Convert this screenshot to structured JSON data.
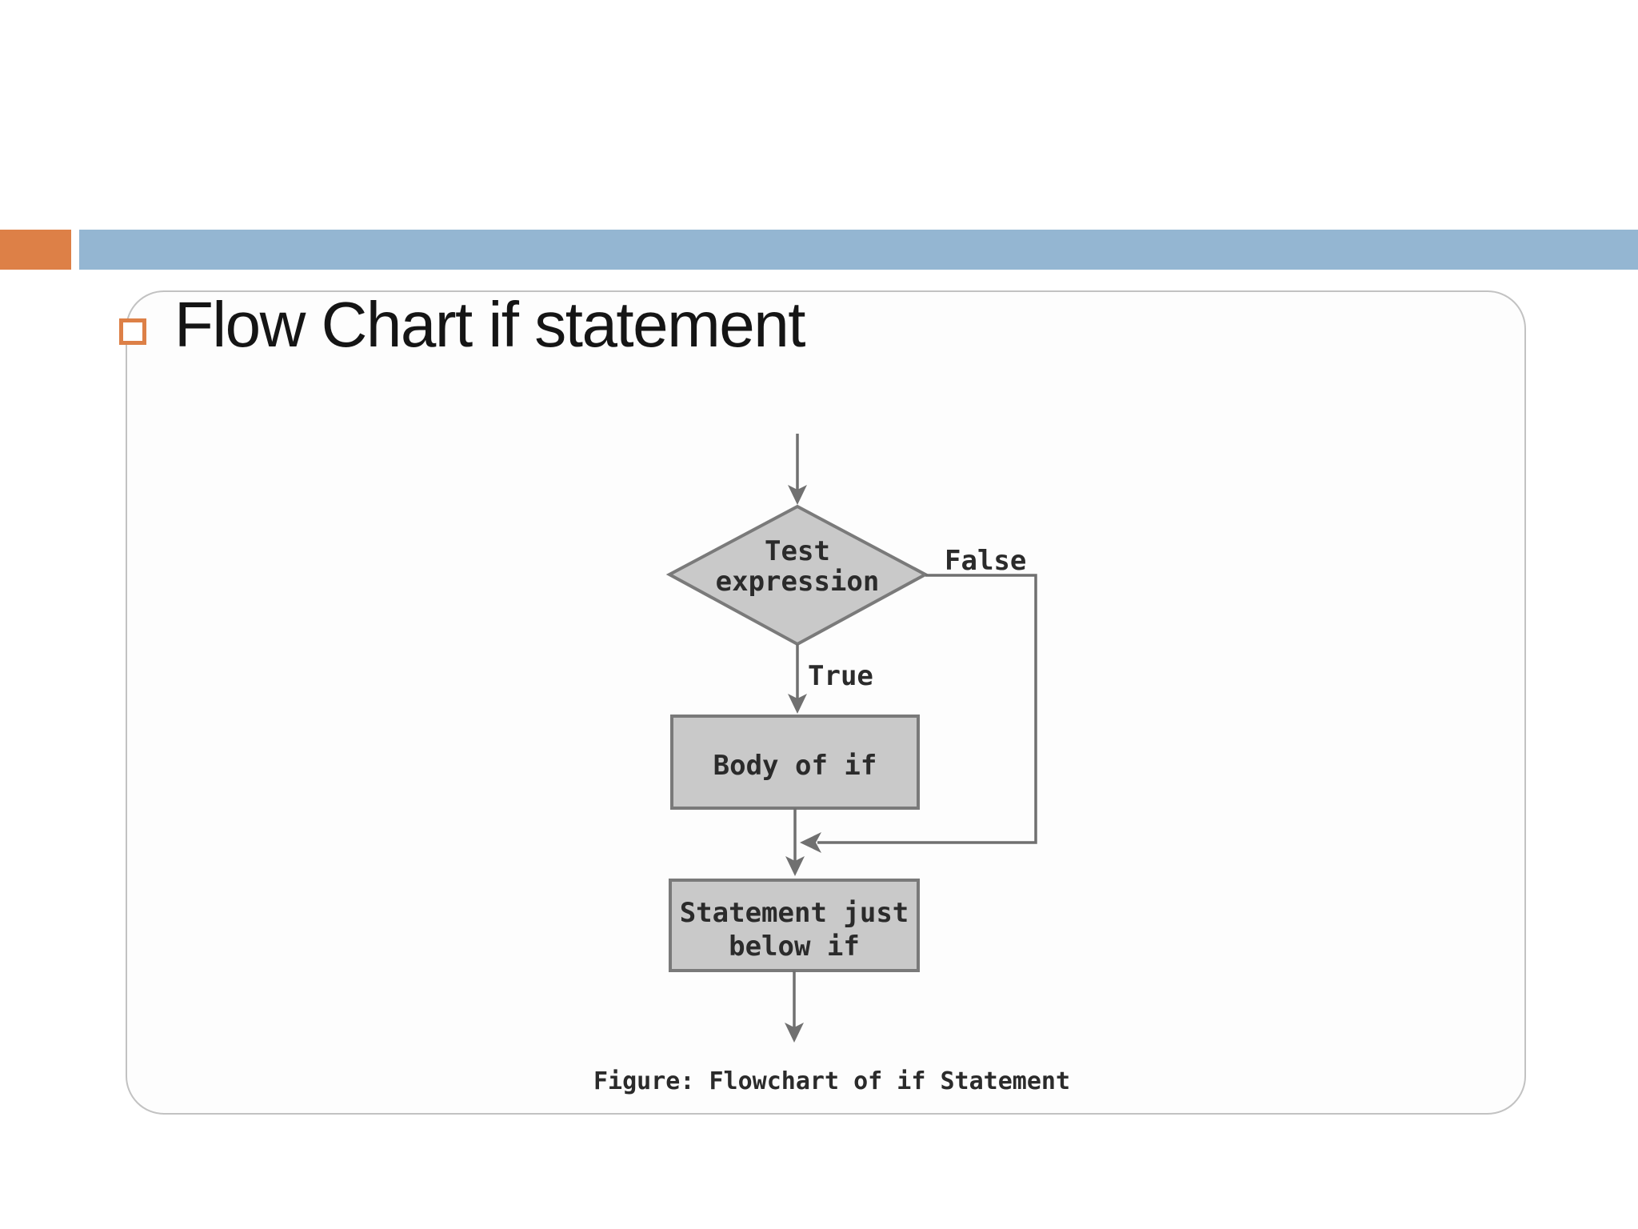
{
  "slide": {
    "title": "Flow Chart if statement",
    "accent_orange": "#DD8047",
    "accent_blue": "#94B6D2"
  },
  "flowchart": {
    "decision_lines": [
      "Test",
      "expression"
    ],
    "false_label": "False",
    "true_label": "True",
    "body_label": "Body of if",
    "statement_lines": [
      "Statement just",
      "below if"
    ],
    "caption": "Figure: Flowchart of if Statement",
    "shape_fill": "#C9C9C9",
    "shape_stroke": "#7A7A7A",
    "line_color": "#707070",
    "text_color": "#2B2B2B"
  }
}
